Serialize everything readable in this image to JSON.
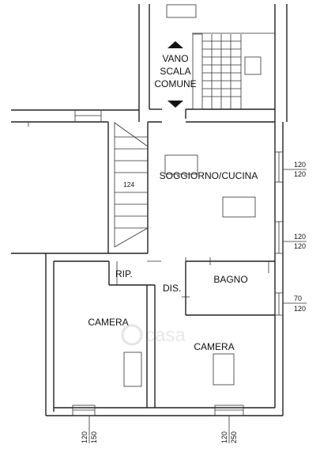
{
  "rooms": {
    "stair_common_1": "VANO",
    "stair_common_2": "SCALA",
    "stair_common_3": "COMUNE",
    "living": "SOGGIORNO/CUCINA",
    "storage": "RIP.",
    "hall": "DIS.",
    "bath": "BAGNO",
    "bedroom_left": "CAMERA",
    "bedroom_right": "CAMERA"
  },
  "stair_step": "124",
  "windows": [
    {
      "sill": "120",
      "height": "120"
    },
    {
      "sill": "120",
      "height": "120"
    },
    {
      "sill": "70",
      "height": "120"
    }
  ],
  "bottom_windows": [
    {
      "sill": "120",
      "height": "150"
    },
    {
      "sill": "120",
      "height": "250"
    }
  ],
  "watermark": "casa"
}
